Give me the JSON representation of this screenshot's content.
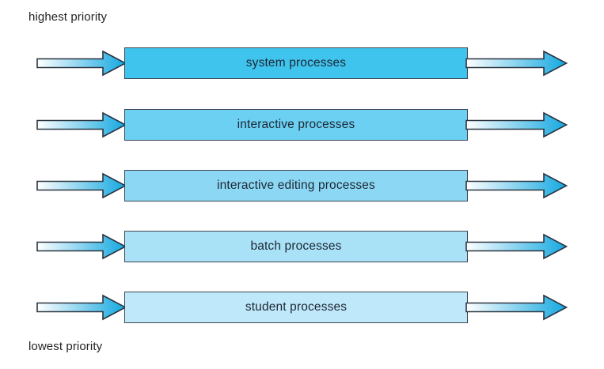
{
  "diagram": {
    "title_top": "highest priority",
    "title_bottom": "lowest priority",
    "background_color": "#ffffff",
    "border_color": "#3d4651",
    "text_color": "#1d2733",
    "arrow_gradient_start": "#ffffff",
    "arrow_gradient_end": "#14a8e0",
    "arrow_outline_color": "#2b3440",
    "queues": [
      {
        "label": "system processes",
        "priority_rank": 1,
        "fill_color": "#3fc4ee",
        "inbound_arrow": "arrow-in-icon",
        "outbound_arrow": "arrow-out-icon"
      },
      {
        "label": "interactive processes",
        "priority_rank": 2,
        "fill_color": "#6cd0f2",
        "inbound_arrow": "arrow-in-icon",
        "outbound_arrow": "arrow-out-icon"
      },
      {
        "label": "interactive editing processes",
        "priority_rank": 3,
        "fill_color": "#8cd8f4",
        "inbound_arrow": "arrow-in-icon",
        "outbound_arrow": "arrow-out-icon"
      },
      {
        "label": "batch processes",
        "priority_rank": 4,
        "fill_color": "#a9e1f7",
        "inbound_arrow": "arrow-in-icon",
        "outbound_arrow": "arrow-out-icon"
      },
      {
        "label": "student processes",
        "priority_rank": 5,
        "fill_color": "#bfe8fa",
        "inbound_arrow": "arrow-in-icon",
        "outbound_arrow": "arrow-out-icon"
      }
    ],
    "row_tops": [
      58,
      136,
      213,
      290,
      367
    ]
  }
}
